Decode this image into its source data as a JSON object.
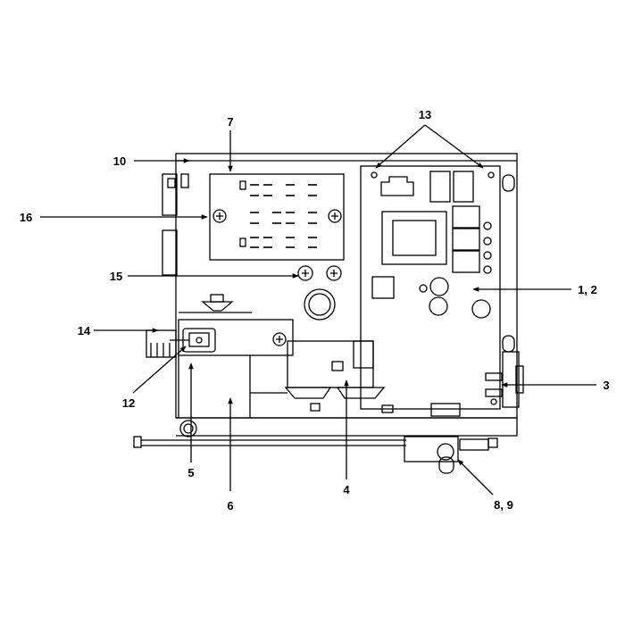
{
  "colors": {
    "line": "#000000",
    "background": "#ffffff"
  },
  "callouts": [
    {
      "id": "c1-2",
      "text": "1, 2"
    },
    {
      "id": "c3",
      "text": "3"
    },
    {
      "id": "c4",
      "text": "4"
    },
    {
      "id": "c5",
      "text": "5"
    },
    {
      "id": "c6",
      "text": "6"
    },
    {
      "id": "c7",
      "text": "7"
    },
    {
      "id": "c8-9",
      "text": "8, 9"
    },
    {
      "id": "c10",
      "text": "10"
    },
    {
      "id": "c12",
      "text": "12"
    },
    {
      "id": "c13",
      "text": "13"
    },
    {
      "id": "c14",
      "text": "14"
    },
    {
      "id": "c15",
      "text": "15"
    },
    {
      "id": "c16",
      "text": "16"
    }
  ]
}
